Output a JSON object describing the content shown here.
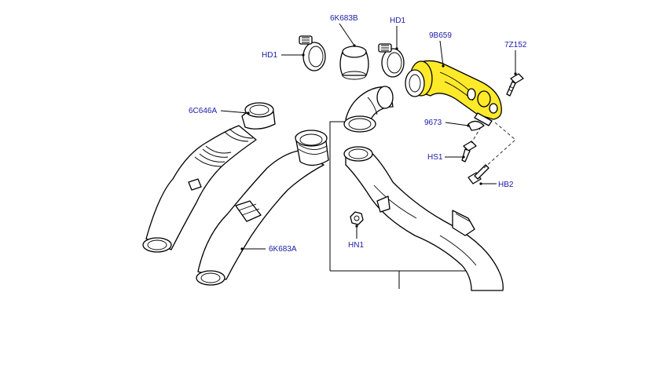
{
  "labels": {
    "hd1_left": "HD1",
    "p6k683b": "6K683B",
    "hd1_right": "HD1",
    "p9b659": "9B659",
    "p7z152": "7Z152",
    "p6c646a": "6C646A",
    "p9673": "9673",
    "hs1": "HS1",
    "hb2": "HB2",
    "hn1": "HN1",
    "p6k683a": "6K683A"
  },
  "colors": {
    "label_text": "#1a1aa6",
    "highlight_part": "#ffea2a",
    "line": "#000000"
  }
}
